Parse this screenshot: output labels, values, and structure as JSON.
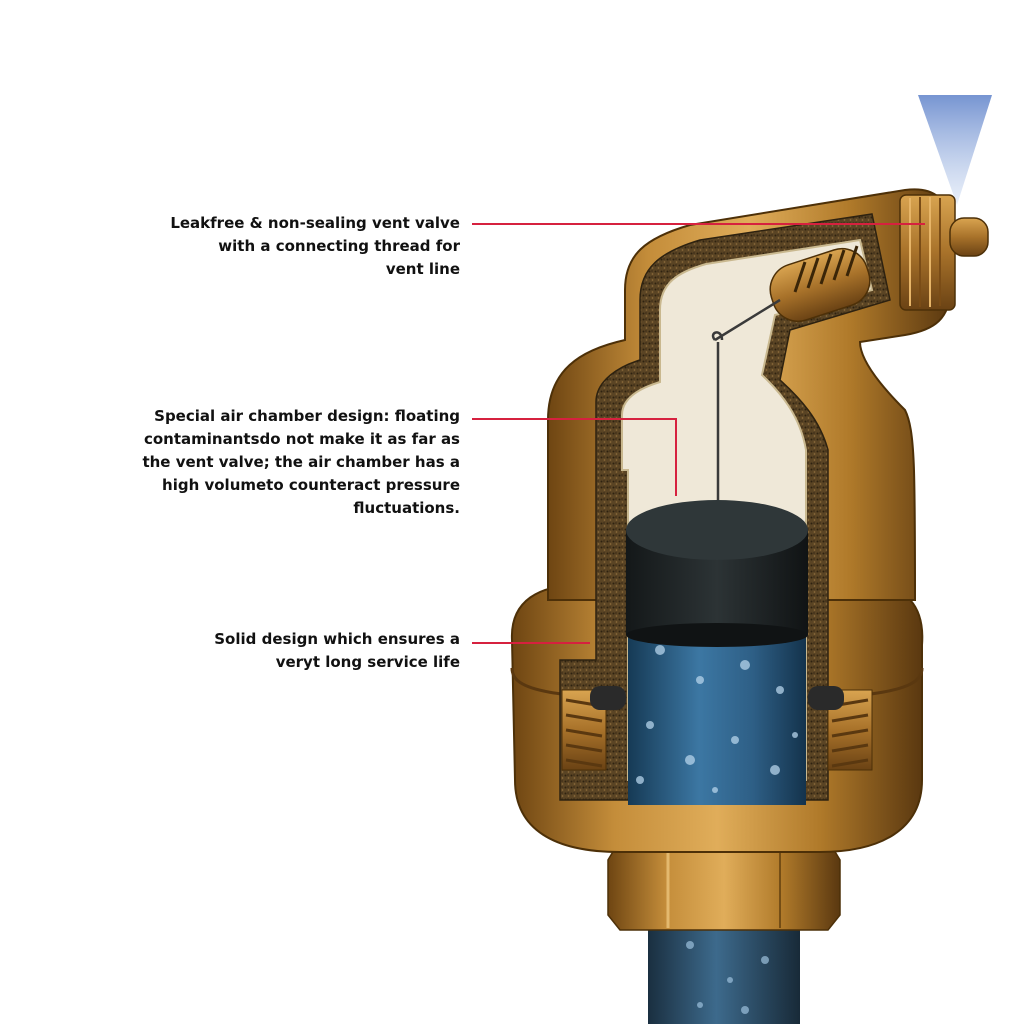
{
  "callouts": {
    "vent_valve": {
      "lines": [
        "Leakfree & non-sealing vent valve",
        "with a connecting thread for",
        "vent line"
      ]
    },
    "air_chamber": {
      "lines": [
        "Special air chamber design: floating",
        "contaminantsdo not make it as far as",
        "the vent valve;  the air chamber has a",
        "high volumeto counteract pressure",
        "fluctuations."
      ]
    },
    "solid_design": {
      "lines": [
        "Solid design which ensures a",
        "veryt long service life"
      ]
    }
  },
  "colors": {
    "leader_line": "#d6213f",
    "brass": "#b07a2a",
    "brass_dark": "#6e4512",
    "brass_light": "#e0ad5a",
    "insulation": "#4a3a20",
    "float": "#1f2426",
    "water": "#2e5f86",
    "vent_spray": "#8fa9d8",
    "text": "#111111"
  }
}
